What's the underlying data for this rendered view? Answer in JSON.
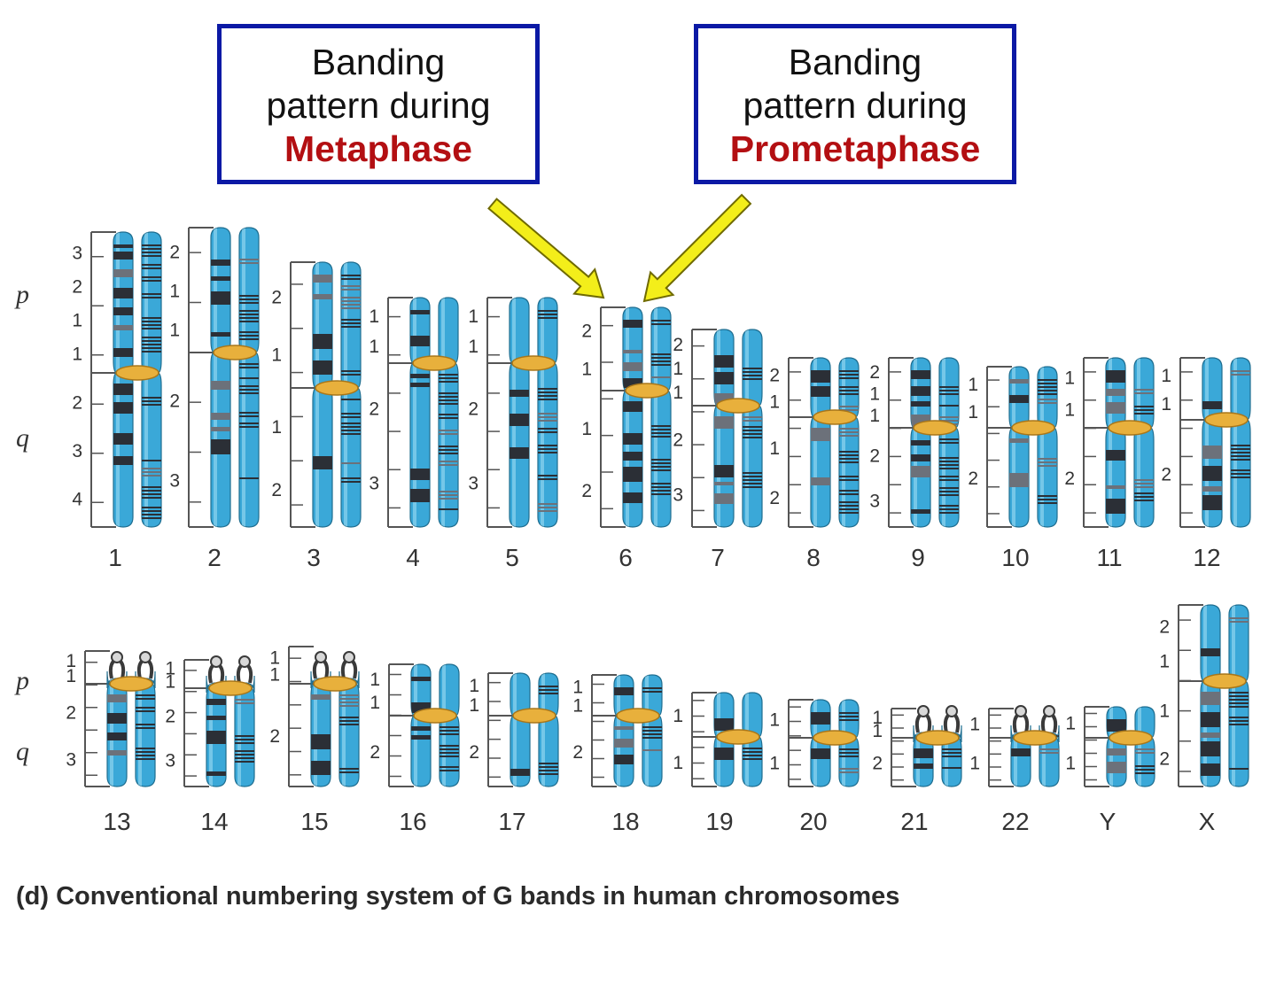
{
  "callouts": {
    "metaphase": {
      "line1": "Banding",
      "line2": "pattern during",
      "phase": "Metaphase"
    },
    "prometaphase": {
      "line1": "Banding",
      "line2": "pattern during",
      "phase": "Prometaphase"
    }
  },
  "arm_labels": {
    "p": "p",
    "q": "q"
  },
  "colors": {
    "chromatid": "#3aa8d8",
    "chromatid_light": "#8fd4ef",
    "band_dark": "#2b2f36",
    "band_gray": "#6c717a",
    "centromere": "#e8b03c",
    "callout_border": "#0b19a5",
    "phase_text": "#b30f12",
    "arrow_fill": "#f3ee1a",
    "arrow_stroke": "#6f6a00",
    "ruler": "#555555"
  },
  "row1": [
    {
      "label": "1",
      "ruler": [
        "3",
        "2",
        "1",
        "1",
        "2",
        "3",
        "4"
      ]
    },
    {
      "label": "2",
      "ruler": [
        "2",
        "1",
        "1",
        "2",
        "3"
      ]
    },
    {
      "label": "3",
      "ruler": [
        "2",
        "1",
        "1",
        "2"
      ]
    },
    {
      "label": "4",
      "ruler": [
        "1",
        "1",
        "2",
        "3"
      ]
    },
    {
      "label": "5",
      "ruler": [
        "1",
        "1",
        "2",
        "3"
      ]
    },
    {
      "label": "6",
      "ruler": [
        "2",
        "1",
        "1",
        "2"
      ]
    },
    {
      "label": "7",
      "ruler": [
        "2",
        "1",
        "1",
        "2",
        "3"
      ]
    },
    {
      "label": "8",
      "ruler": [
        "2",
        "1",
        "1",
        "2"
      ]
    },
    {
      "label": "9",
      "ruler": [
        "2",
        "1",
        "1",
        "2",
        "3"
      ]
    },
    {
      "label": "10",
      "ruler": [
        "1",
        "1",
        "2"
      ]
    },
    {
      "label": "11",
      "ruler": [
        "1",
        "1",
        "2"
      ]
    },
    {
      "label": "12",
      "ruler": [
        "1",
        "1",
        "2"
      ]
    }
  ],
  "row2": [
    {
      "label": "13",
      "ruler": [
        "1",
        "1",
        "2",
        "3"
      ]
    },
    {
      "label": "14",
      "ruler": [
        "1",
        "1",
        "2",
        "3"
      ]
    },
    {
      "label": "15",
      "ruler": [
        "1",
        "1",
        "2"
      ]
    },
    {
      "label": "16",
      "ruler": [
        "1",
        "1",
        "2"
      ]
    },
    {
      "label": "17",
      "ruler": [
        "1",
        "1",
        "2"
      ]
    },
    {
      "label": "18",
      "ruler": [
        "1",
        "1",
        "2"
      ]
    },
    {
      "label": "19",
      "ruler": [
        "1",
        "1"
      ]
    },
    {
      "label": "20",
      "ruler": [
        "1",
        "1"
      ]
    },
    {
      "label": "21",
      "ruler": [
        "1",
        "1",
        "2"
      ]
    },
    {
      "label": "22",
      "ruler": [
        "1",
        "1"
      ]
    },
    {
      "label": "Y",
      "ruler": [
        "1",
        "1"
      ]
    },
    {
      "label": "X",
      "ruler": [
        "2",
        "1",
        "1",
        "2"
      ]
    }
  ],
  "caption": "(d) Conventional numbering system of G bands in human chromosomes"
}
